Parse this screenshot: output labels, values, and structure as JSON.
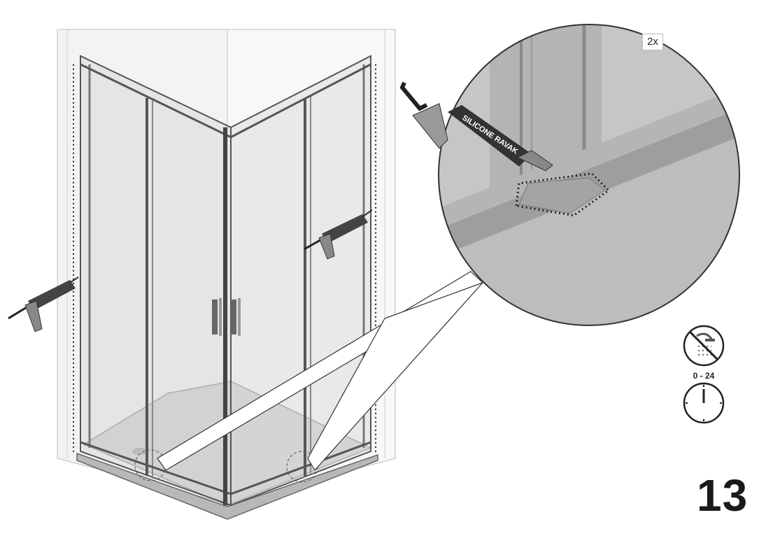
{
  "step": {
    "number": "13"
  },
  "detail": {
    "quantity": "2x"
  },
  "sealant": {
    "brand": "SILICONE RAVAK"
  },
  "curing": {
    "hours_label": "0 - 24",
    "no_shower_icon": "no-shower-icon",
    "clock_icon": "clock-icon"
  },
  "colors": {
    "frame": "#8a8a8a",
    "tray": "#d2d2d2",
    "magnified_bg": "#c8c8c8",
    "ink": "#1a1a1a"
  }
}
